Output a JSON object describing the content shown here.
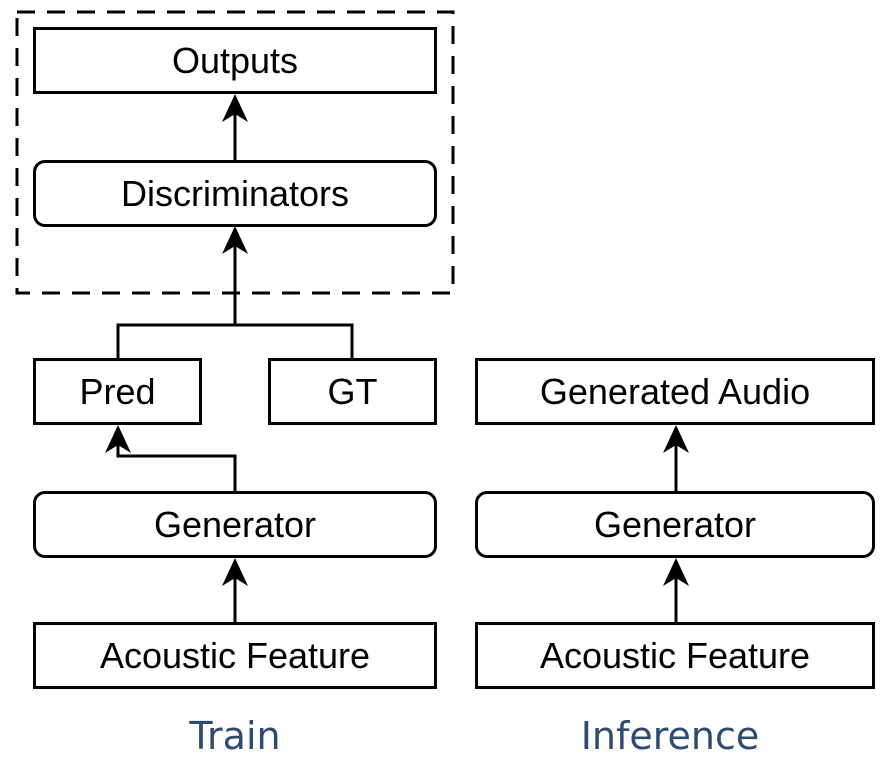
{
  "train": {
    "outputs": "Outputs",
    "discriminators": "Discriminators",
    "pred": "Pred",
    "gt": "GT",
    "generator": "Generator",
    "acoustic_feature": "Acoustic Feature",
    "caption": "Train"
  },
  "inference": {
    "generated_audio": "Generated Audio",
    "generator": "Generator",
    "acoustic_feature": "Acoustic Feature",
    "caption": "Inference"
  },
  "colors": {
    "stroke": "#000000",
    "caption": "#2e4b70"
  }
}
